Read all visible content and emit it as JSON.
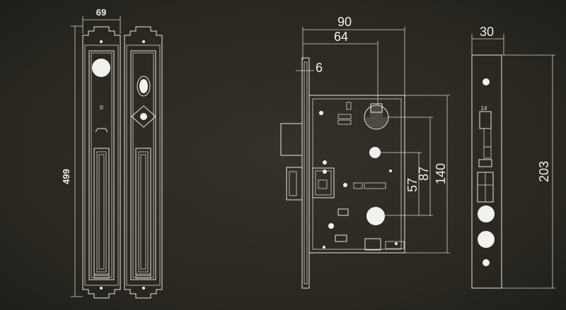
{
  "front_view": {
    "width_label": "69",
    "height_label": "499"
  },
  "lockbody_view": {
    "dim_90": "90",
    "dim_64": "64",
    "dim_6": "6",
    "dim_57": "57",
    "dim_87": "87",
    "dim_140": "140"
  },
  "side_view": {
    "dim_30": "30",
    "dim_14": "14",
    "dim_203": "203"
  },
  "colors": {
    "background": "#2a2823",
    "line": "#e8e6e0"
  }
}
